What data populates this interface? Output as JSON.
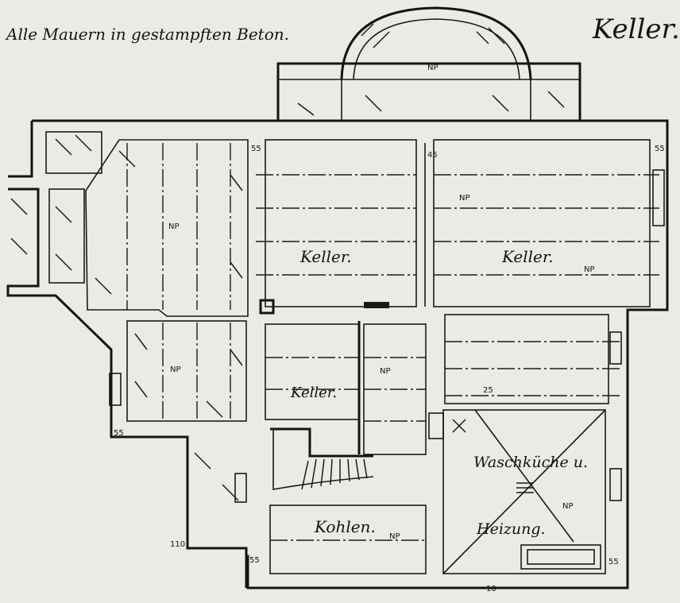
{
  "header": {
    "note": "Alle Mauern in gestampften Beton.",
    "title": "Keller."
  },
  "rooms": {
    "keller_left": "Keller.",
    "keller_right": "Keller.",
    "keller_small": "Keller.",
    "kohlen": "Kohlen.",
    "waschkueche_line1": "Waschküche u.",
    "heizung": "Heizung."
  },
  "marks": {
    "np": "NP",
    "dim_55": "55",
    "dim_45": "45",
    "dim_25": "25",
    "dim_110": "110",
    "dim_10": "10"
  }
}
